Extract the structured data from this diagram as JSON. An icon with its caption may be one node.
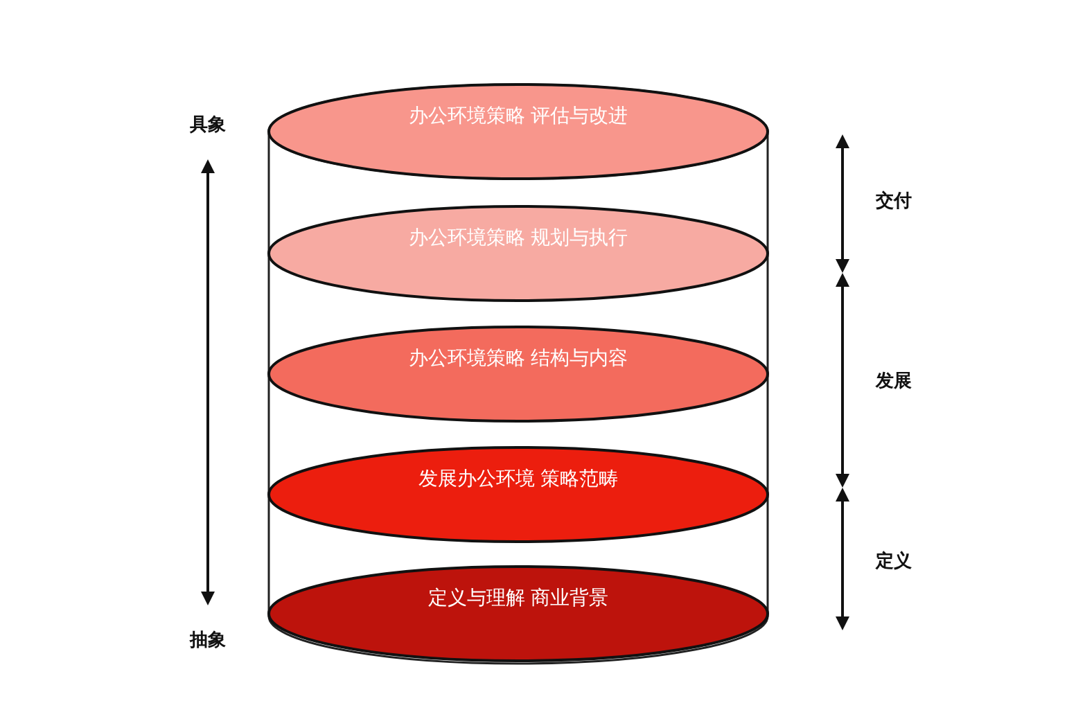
{
  "diagram": {
    "nodes": [
      {
        "text": [],
        "shape": "cylinder"
      },
      {
        "text": [
          "办公环境策略 评估与改进"
        ],
        "in": 0
      },
      {
        "text": [
          "办公环境策略 规划与执行"
        ],
        "in": 0
      },
      {
        "text": [
          "办公环境策略 结构与内容"
        ],
        "in": 0
      },
      {
        "text": [
          "发展办公环境 策略范畴"
        ],
        "in": 0
      },
      {
        "text": [
          "定义与理解 商业背景"
        ],
        "in": 0
      }
    ],
    "edges": [],
    "labels": [
      "具象",
      "交付",
      "发展",
      "定义",
      "抽象"
    ]
  }
}
